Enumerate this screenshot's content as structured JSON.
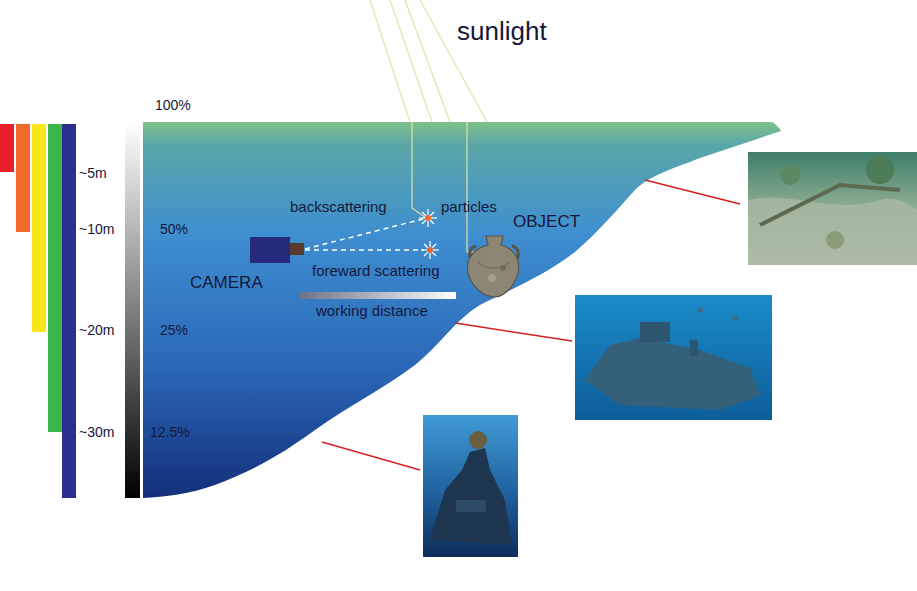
{
  "diagram": {
    "labels": [
      "sunlight",
      "100%",
      "~5m",
      "~10m",
      "50%",
      "~20m",
      "25%",
      "~30m",
      "12.5%",
      "backscattering",
      "particles",
      "OBJECT",
      "CAMERA",
      "foreward scattering",
      "working distance"
    ]
  }
}
